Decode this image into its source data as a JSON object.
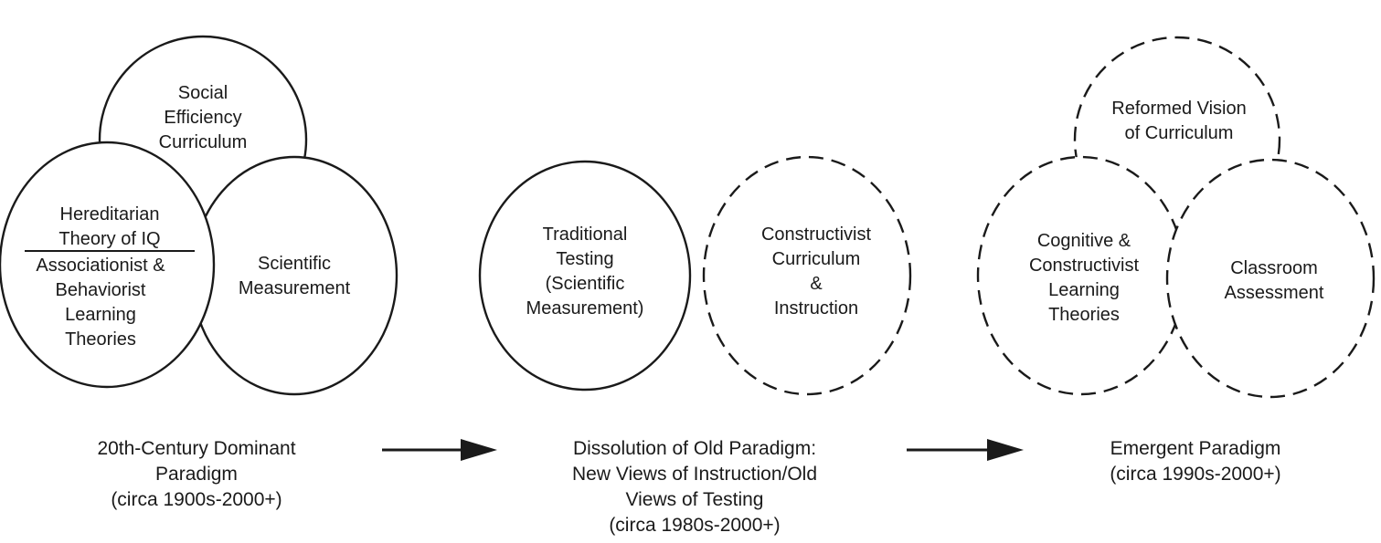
{
  "panels": [
    {
      "circles": [
        {
          "text": "Social\nEfficiency\nCurriculum",
          "style": "solid"
        },
        {
          "text": "Hereditarian\nTheory of IQ",
          "text_below_divider": "Associationist &\nBehaviorist\nLearning\nTheories",
          "style": "solid"
        },
        {
          "text": "Scientific\nMeasurement",
          "style": "solid"
        }
      ],
      "caption": "20th-Century Dominant\nParadigm\n(circa 1900s-2000+)"
    },
    {
      "circles": [
        {
          "text": "Traditional\nTesting\n(Scientific\nMeasurement)",
          "style": "solid"
        },
        {
          "text": "Constructivist\nCurriculum\n&\nInstruction",
          "style": "dashed"
        }
      ],
      "caption": "Dissolution of Old Paradigm:\nNew Views of Instruction/Old\nViews of Testing\n(circa 1980s-2000+)"
    },
    {
      "circles": [
        {
          "text": "Reformed Vision\nof Curriculum",
          "style": "dashed"
        },
        {
          "text": "Cognitive &\nConstructivist\nLearning\nTheories",
          "style": "dashed"
        },
        {
          "text": "Classroom\nAssessment",
          "style": "dashed"
        }
      ],
      "caption": "Emergent Paradigm\n(circa 1990s-2000+)"
    }
  ],
  "arrows": [
    {
      "from": "panel-1",
      "to": "panel-2"
    },
    {
      "from": "panel-2",
      "to": "panel-3"
    }
  ],
  "colors": {
    "stroke": "#1a1a1a",
    "background": "#ffffff"
  }
}
